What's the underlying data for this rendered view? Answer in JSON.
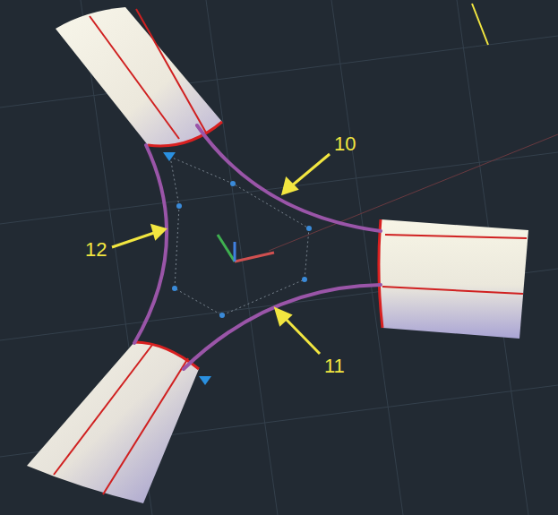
{
  "diagram": {
    "labels": [
      "10",
      "12",
      "11"
    ]
  }
}
